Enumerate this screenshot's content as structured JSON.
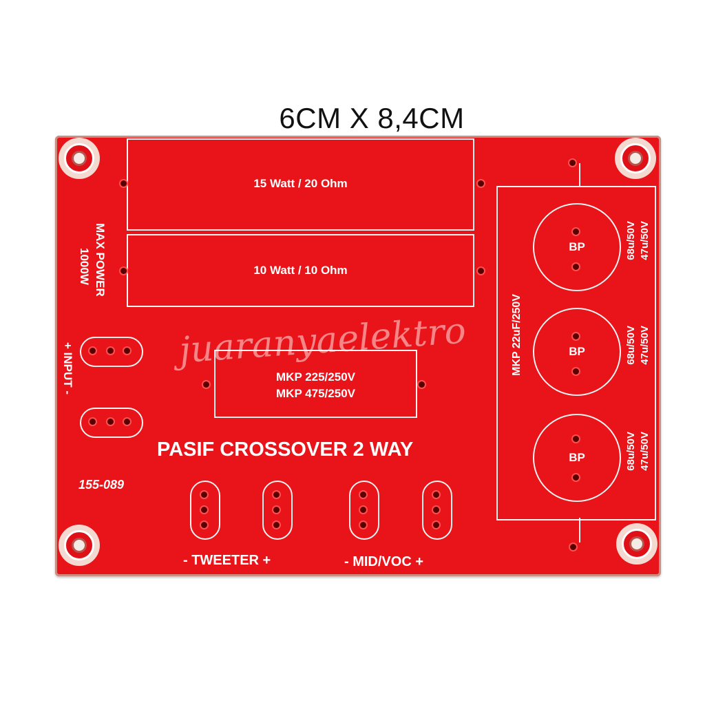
{
  "dimension_label": "6CM X 8,4CM",
  "board": {
    "color": "#e8141a",
    "resistors": {
      "top": "15 Watt / 20 Ohm",
      "bottom": "10 Watt / 10 Ohm"
    },
    "mkp_box": {
      "line1": "MKP 225/250V",
      "line2": "MKP 475/250V"
    },
    "max_power": {
      "line1": "MAX POWER",
      "line2": "1000W"
    },
    "input_label": "+ INPUT -",
    "title": "PASIF CROSSOVER 2 WAY",
    "part_number": "155-089",
    "tweeter_label": "- TWEETER +",
    "midvoc_label": "- MID/VOC +",
    "mkp_side": "MKP 22uF/250V",
    "capacitors": [
      {
        "label": "BP",
        "rating1": "68u/50V",
        "rating2": "47u/50V"
      },
      {
        "label": "BP",
        "rating1": "68u/50V",
        "rating2": "47u/50V"
      },
      {
        "label": "BP",
        "rating1": "68u/50V",
        "rating2": "47u/50V"
      }
    ],
    "watermark": "juaranyaelektro"
  }
}
